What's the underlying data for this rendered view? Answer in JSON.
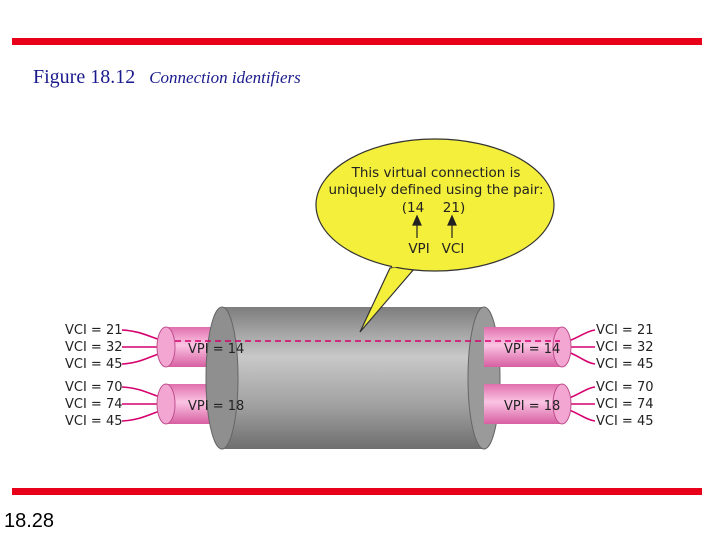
{
  "figure": {
    "number": "Figure 18.12",
    "caption": "Connection identifiers",
    "page_number": "18.28"
  },
  "callout": {
    "line1": "This virtual connection is",
    "line2": "uniquely defined using the pair:",
    "pair_open": "(14",
    "pair_close": "21)",
    "label_vpi": "VPI",
    "label_vci": "VCI"
  },
  "left_group_top": [
    "VCI = 21",
    "VCI = 32",
    "VCI = 45"
  ],
  "left_group_bottom": [
    "VCI = 70",
    "VCI = 74",
    "VCI = 45"
  ],
  "right_group_top": [
    "VCI = 21",
    "VCI = 32",
    "VCI = 45"
  ],
  "right_group_bottom": [
    "VCI = 70",
    "VCI = 74",
    "VCI = 45"
  ],
  "paths": {
    "left_top": "VPI = 14",
    "left_bottom": "VPI = 18",
    "right_top": "VPI = 14",
    "right_bottom": "VPI = 18"
  },
  "colors": {
    "rule": "#e8001b",
    "title_text": "#1a1a8c",
    "tube_pink": "#f7a8d4",
    "wire_magenta": "#d6006e",
    "cable_gray": "#a8a8a8",
    "callout_yellow": "#f4ef3a"
  }
}
